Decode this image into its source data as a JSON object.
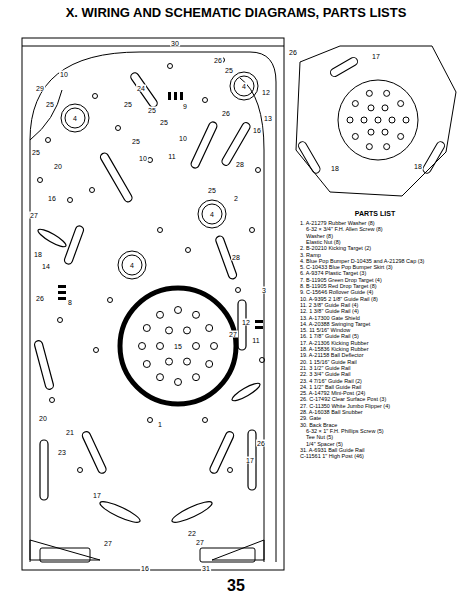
{
  "diagram": {
    "title": "X. WIRING AND SCHEMATIC DIAGRAMS, PARTS LISTS",
    "labels": [
      "PARTS LIST",
      "1. A-21279 Rubber Washer (8)",
      "6-32 × 3/4\" F.H. Allen Screw (8)",
      "Washer (8)",
      "Elastic Nut (8)",
      "2. B-20210 Kicking Target (2)",
      "3. Ramp",
      "4. Blue Pop Bumper D-10435 and A-21298 Cap (3)",
      "5. C-10433 Blue Pop Bumper Skirt (3)",
      "6. A-9374 Plastic Target (3)",
      "7. B-11905 Green Drop Target (4)",
      "8. B-11905 Red Drop Target (8)",
      "9. C-15646 Rollover Guide (4)",
      "10. A-9395 2 1/8\" Guide Rail (8)",
      "11. 2 3/8\" Guide Rail (4)",
      "12. 1 3/8\" Guide Rail (4)",
      "13. A-17300 Gate Shield",
      "14. A-20388 Swinging Target",
      "15. 11 5/16\" Window",
      "16. 1 7/8\" Guide Rail (5)",
      "17. A-21306 Kicking Rubber",
      "18. A-15836 Kicking Rubber",
      "19. A-21158 Ball Deflector",
      "20. 1 15/16\" Guide Rail",
      "21. 3 1/2\" Guide Rail",
      "22. 3 3/4\" Guide Rail",
      "23. 4 7/16\" Guide Rail (2)",
      "24. 1 1/2\" Ball Guide Rail",
      "25. A-14792 Mini-Post (24)",
      "26. C-17492 Clear Surface Post (3)",
      "27. C-11350 White Jumbo Flipper (4)",
      "28. A-16038 Ball Snubber",
      "29. Gate",
      "30. Back Brace",
      "6-32 × 1\" F.H. Phillips Screw (5)",
      "Tee Nut (5)",
      "1/4\" Spacer (5)",
      "31. A-6931 Ball Guide Rail",
      "C-11561 1\" High Post (46)",
      "30",
      "26",
      "25",
      "10",
      "29",
      "25",
      "4",
      "24",
      "25",
      "25",
      "25",
      "9",
      "4",
      "26",
      "12",
      "13",
      "16",
      "10",
      "25",
      "10",
      "11",
      "28",
      "25",
      "20",
      "25",
      "4",
      "2",
      "16",
      "27",
      "18",
      "14",
      "4",
      "28",
      "3",
      "26",
      "8",
      "15",
      "12",
      "27",
      "11",
      "20",
      "1",
      "21",
      "23",
      "26",
      "17",
      "17",
      "22",
      "27",
      "27",
      "16",
      "31",
      "26",
      "17",
      "18",
      "18",
      "35"
    ]
  }
}
